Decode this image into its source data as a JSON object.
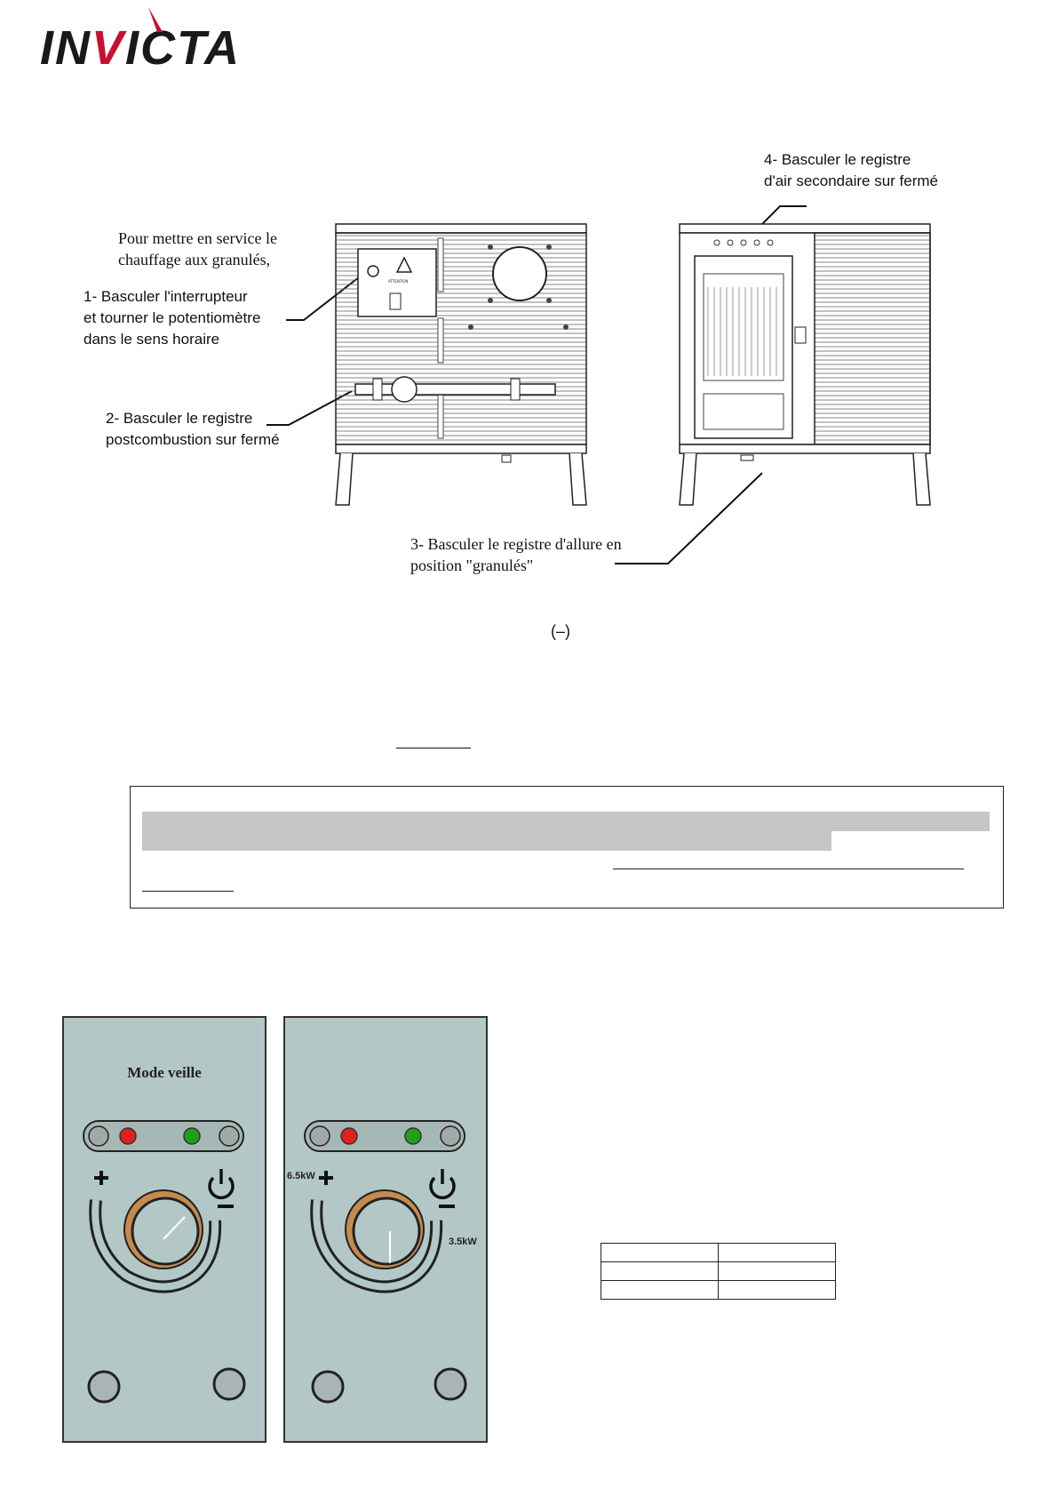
{
  "brand": {
    "logo_text_pre": "IN",
    "logo_text_v": "V",
    "logo_text_post": "ICTA"
  },
  "diagram": {
    "intro": [
      "Pour mettre en service le",
      "chauffage aux granulés,"
    ],
    "step1": [
      "1- Basculer l'interrupteur",
      "et tourner le potentiomètre",
      "dans le sens horaire"
    ],
    "step2": [
      "2- Basculer le registre",
      "postcombustion sur fermé"
    ],
    "step3": [
      "3- Basculer le registre d'allure en",
      "position \"granulés\""
    ],
    "step4": [
      "4- Basculer le registre",
      "d'air secondaire sur fermé"
    ],
    "caption": "(–)"
  },
  "control_panels": [
    {
      "title": "Mode veille"
    },
    {
      "max_power": "6.5kW",
      "min_power": "3.5kW"
    }
  ],
  "colors": {
    "panel_bg": "#b3c8c6",
    "led_red": "#e0201c",
    "led_green": "#1fa01a",
    "brand_red": "#c8102e"
  }
}
